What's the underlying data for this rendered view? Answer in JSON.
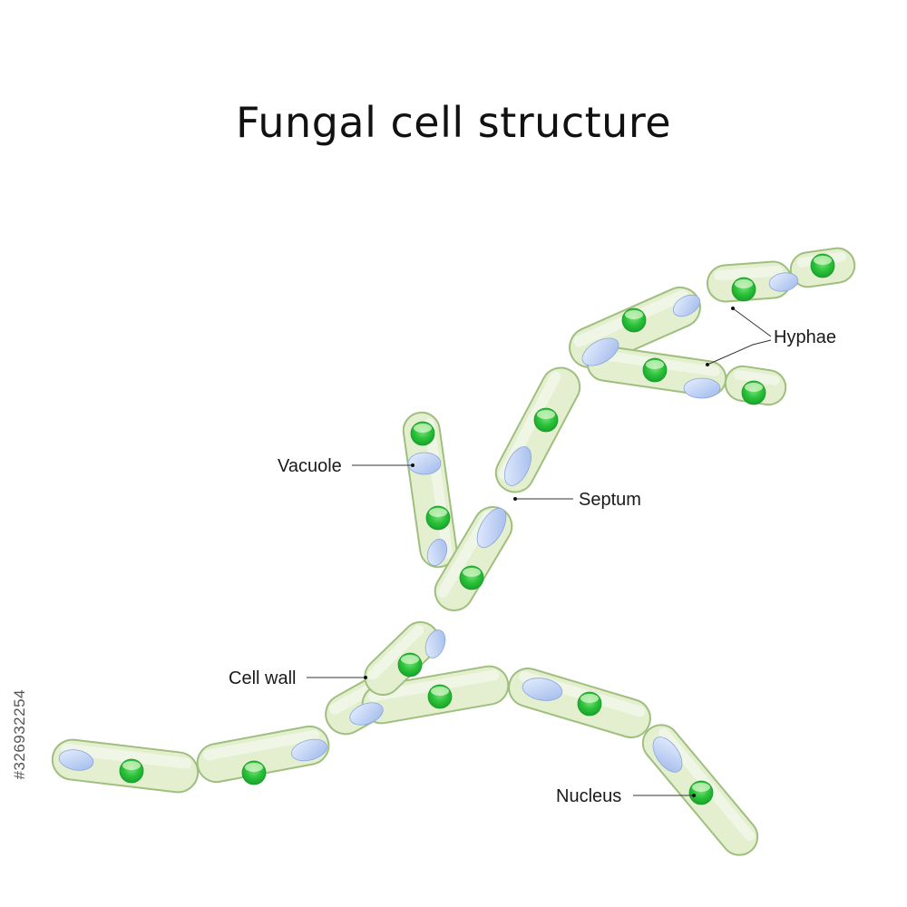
{
  "title": "Fungal cell structure",
  "labels": {
    "hyphae": "Hyphae",
    "vacuole": "Vacuole",
    "septum": "Septum",
    "cell_wall": "Cell wall",
    "nucleus": "Nucleus"
  },
  "side_id": "#326932254",
  "colors": {
    "cell_fill": "#e4efcf",
    "cell_wall": "#9fbf7f",
    "nucleus": "#2fc43a",
    "vacuole": "#b9cdf0"
  }
}
